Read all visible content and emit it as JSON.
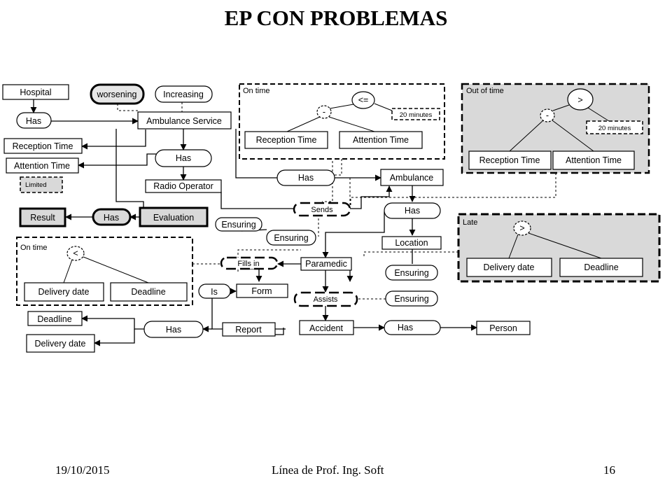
{
  "slide": {
    "title": "EP CON PROBLEMAS",
    "footer_date": "19/10/2015",
    "footer_course": "Línea de Prof. Ing. Soft",
    "page_number": "16"
  },
  "diagram": {
    "nodes": {
      "hospital": "Hospital",
      "worsening": "worsening",
      "increasing": "Increasing",
      "has_hospital": "Has",
      "ambulance_service": "Ambulance Service",
      "reception_time_left": "Reception Time",
      "attention_time_left": "Attention Time",
      "has_service": "Has",
      "limited": "Limited",
      "radio_operator": "Radio Operator",
      "result": "Result",
      "has_evaluation": "Has",
      "evaluation": "Evaluation",
      "has_ambulance": "Has",
      "ambulance": "Ambulance",
      "sends": "Sends",
      "has_location": "Has",
      "ensuring_top": "Ensuring",
      "ensuring_sends": "Ensuring",
      "location": "Location",
      "fills_in": "Fills in",
      "paramedic": "Paramedic",
      "ensuring_location": "Ensuring",
      "is": "Is",
      "form": "Form",
      "assists": "Assists",
      "ensuring_assists": "Ensuring",
      "deadline_left": "Deadline",
      "delivery_date_left": "Delivery date",
      "has_report": "Has",
      "report": "Report",
      "accident": "Accident",
      "has_person": "Has",
      "person": "Person"
    },
    "groups": {
      "on_time_top": {
        "label": "On time",
        "operator": "<=",
        "sub_operator": "-",
        "limit": "20 minutes",
        "left": "Reception Time",
        "right": "Attention Time"
      },
      "out_of_time": {
        "label": "Out of time",
        "operator": ">",
        "sub_operator": "-",
        "limit": "20 minutes",
        "left": "Reception Time",
        "right": "Attention Time"
      },
      "late": {
        "label": "Late",
        "operator": ">",
        "left": "Delivery date",
        "right": "Deadline"
      },
      "on_time_left": {
        "label": "On time",
        "operator": "<",
        "left": "Delivery date",
        "right": "Deadline"
      }
    },
    "colors": {
      "shaded_group": "#d9d9d9",
      "shaded_node": "#e6e6e6",
      "stroke": "#000000"
    }
  }
}
